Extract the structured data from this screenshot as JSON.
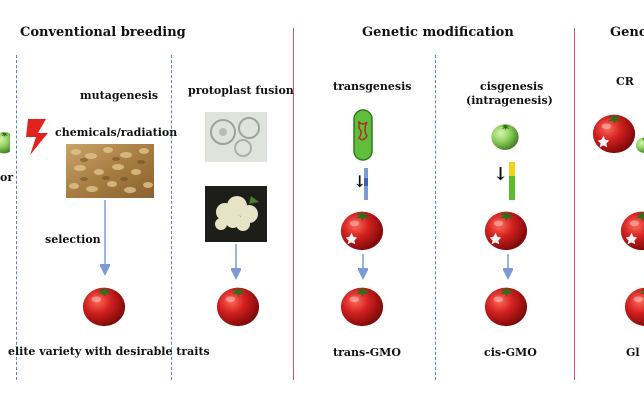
{
  "headers": {
    "conventional": "Conventional breeding",
    "genetic": "Genetic modification",
    "genome": "Geno"
  },
  "labels": {
    "left_partial": "or",
    "mutagenesis": "mutagenesis",
    "chemicals": "chemicals/radiation",
    "selection": "selection",
    "protoplast": "protoplast fusion",
    "elite": "elite variety with desirable traits",
    "transgenesis": "transgenesis",
    "cisgenesis_line1": "cisgenesis",
    "cisgenesis_line2": "(intragenesis)",
    "trans_gmo": "trans-GMO",
    "cis_gmo": "cis-GMO",
    "cr_partial": "CR",
    "gl_partial": "Gl"
  },
  "colors": {
    "tomato_red": "#d21f1f",
    "tomato_green": "#8ccf5c",
    "separator_red": "#d45a5a",
    "separator_blue": "#5b7fc4",
    "arrow_blue": "#7b9ad6",
    "lightning": "#e0231f"
  }
}
